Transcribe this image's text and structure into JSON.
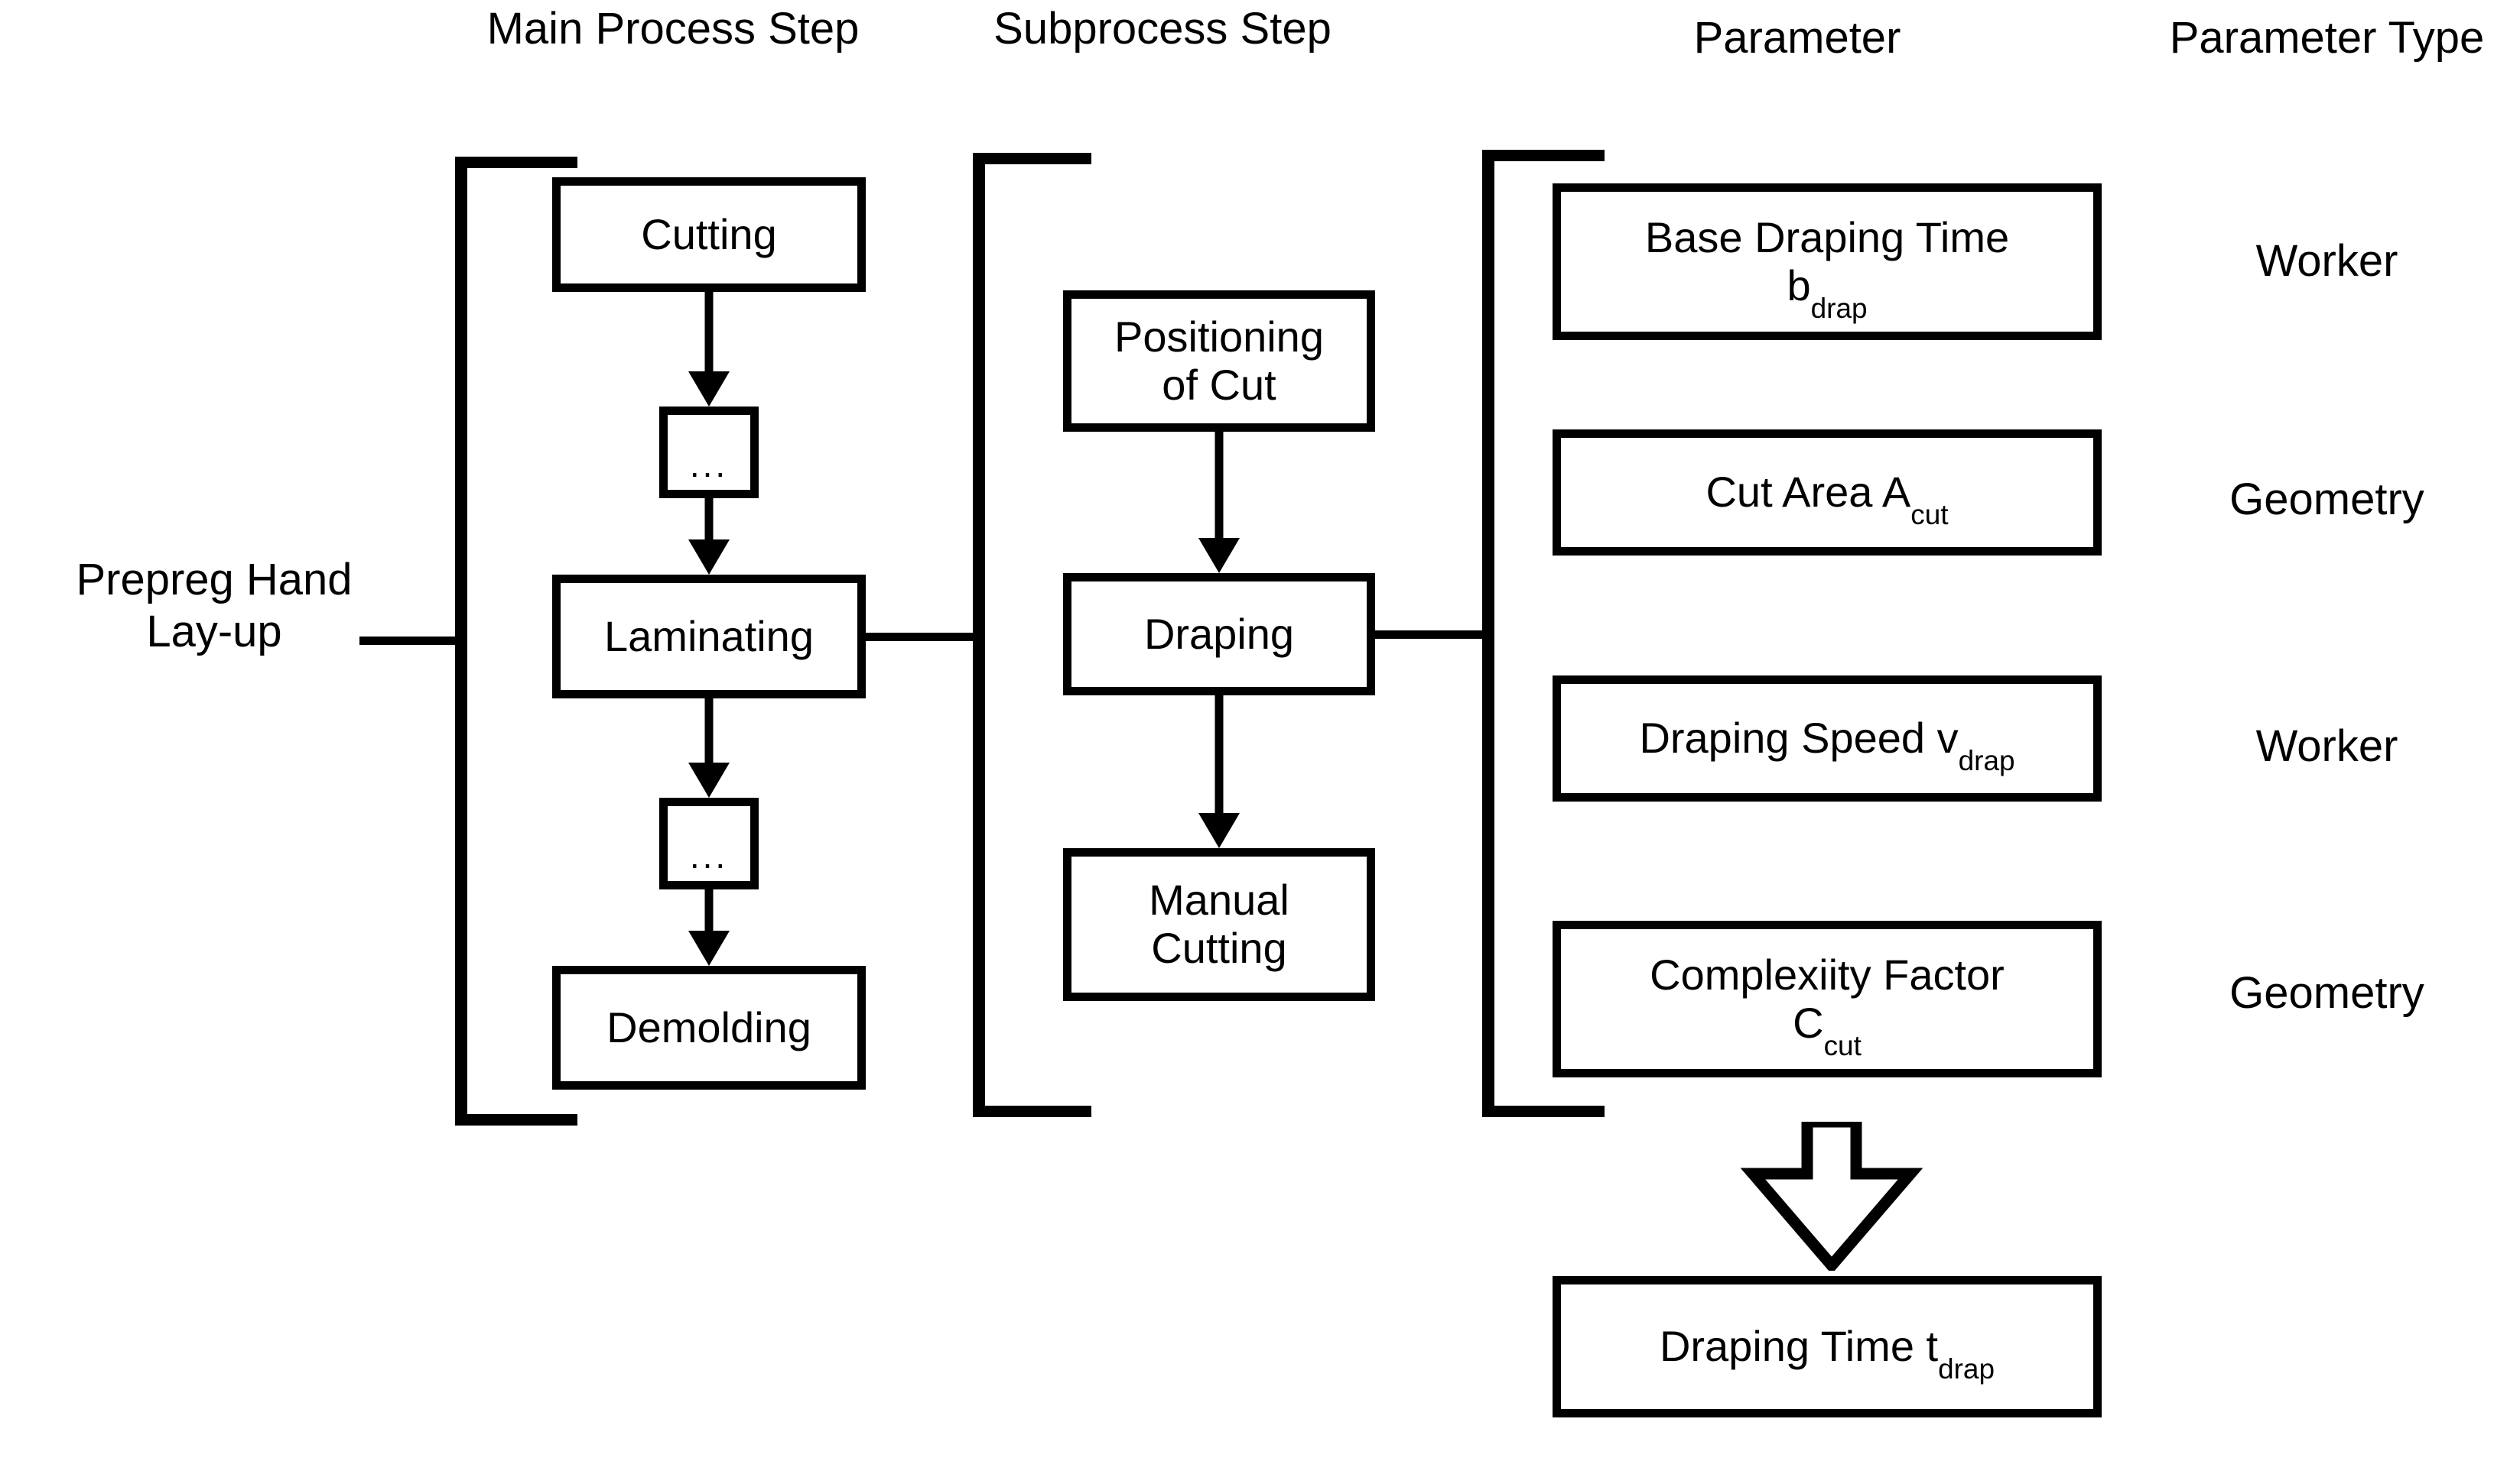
{
  "headers": [
    {
      "label": "Main Process Step"
    },
    {
      "label": "Subprocess Step"
    },
    {
      "label": "Parameter"
    },
    {
      "label": "Parameter Type"
    }
  ],
  "process_label": {
    "line1": "Prepreg Hand",
    "line2": "Lay-up"
  },
  "main_process": {
    "steps": [
      {
        "label": "Cutting"
      },
      {
        "label": "..."
      },
      {
        "label": "Laminating"
      },
      {
        "label": "..."
      },
      {
        "label": "Demolding"
      }
    ]
  },
  "subprocess": {
    "steps": [
      {
        "line1": "Positioning",
        "line2": "of Cut"
      },
      {
        "line1": "Draping",
        "line2": ""
      },
      {
        "line1": "Manual",
        "line2": "Cutting"
      }
    ]
  },
  "parameters": [
    {
      "line1": "Base Draping Time",
      "symbol": "b",
      "subscript": "drap",
      "type": "Worker"
    },
    {
      "line1": "Cut Area A",
      "symbol": "",
      "subscript": "cut",
      "type": "Geometry"
    },
    {
      "line1": "Draping Speed v",
      "symbol": "",
      "subscript": "drap",
      "type": "Worker"
    },
    {
      "line1": "Complexiity Factor",
      "symbol": "C",
      "subscript": "cut",
      "type": "Geometry"
    }
  ],
  "result": {
    "text": "Draping Time t",
    "subscript": "drap"
  },
  "colors": {
    "ink": "#000000",
    "paper": "#ffffff"
  }
}
